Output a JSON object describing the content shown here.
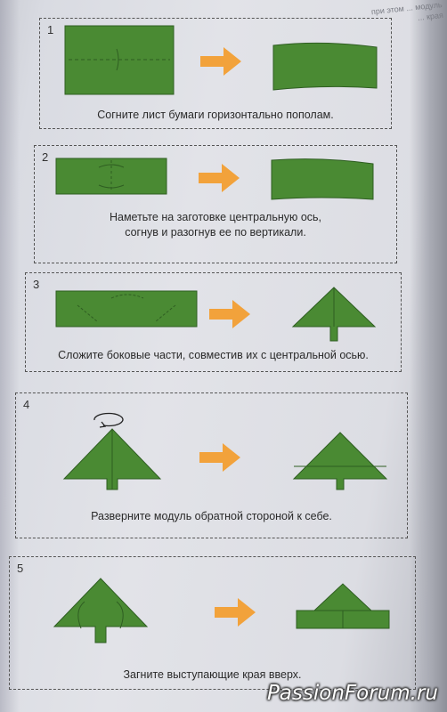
{
  "edge_text": "при этом ... модуль ... края",
  "colors": {
    "paper": "#4a8a33",
    "paper_dark": "#2f5e22",
    "arrow": "#f2a23b"
  },
  "steps": [
    {
      "number": "1",
      "caption": "Согните лист бумаги горизонтально пополам."
    },
    {
      "number": "2",
      "caption_line1": "Наметьте на заготовке центральную ось,",
      "caption_line2": "согнув и разогнув ее по вертикали."
    },
    {
      "number": "3",
      "caption": "Сложите боковые части, совместив их с центральной осью."
    },
    {
      "number": "4",
      "caption": "Разверните модуль обратной стороной к себе."
    },
    {
      "number": "5",
      "caption": "Загните выступающие края вверх."
    }
  ],
  "watermark": "PassionForum.ru"
}
